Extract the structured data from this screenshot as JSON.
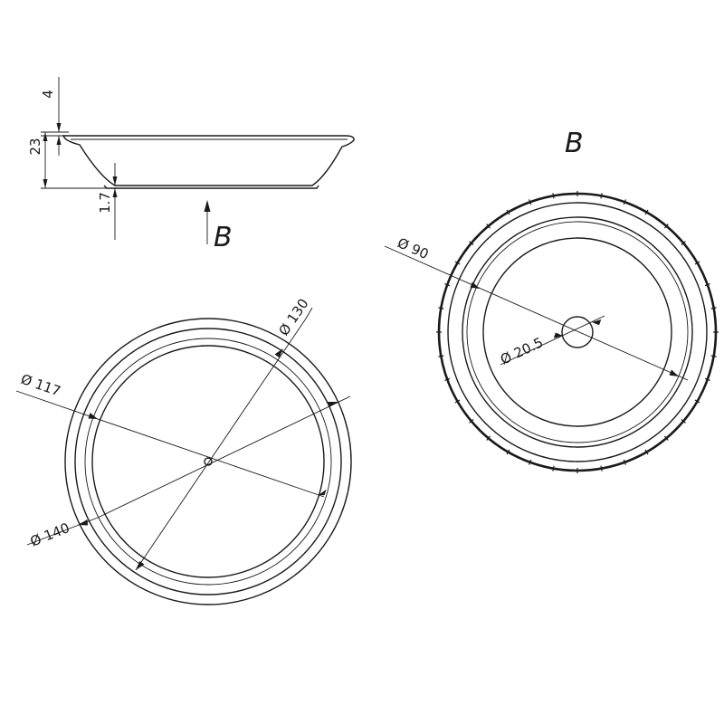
{
  "side_view": {
    "dim_rim_thickness": "4",
    "dim_height": "23",
    "dim_foot_height": "1.7",
    "view_arrow_label": "B"
  },
  "top_view": {
    "dim_inner": "Ø 117",
    "dim_rim_inner": "Ø 130",
    "dim_outer": "Ø 140"
  },
  "bottom_view": {
    "title": "B",
    "dim_base": "Ø 90",
    "dim_hole": "Ø 20.5"
  }
}
